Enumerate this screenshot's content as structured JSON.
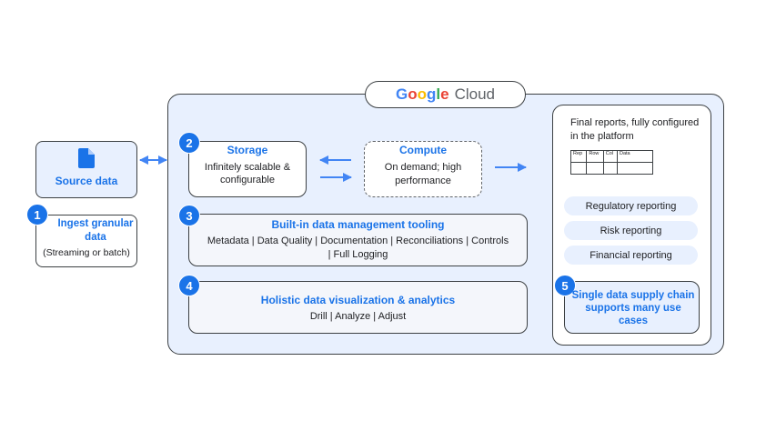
{
  "cloud": {
    "logo_letters": [
      "G",
      "o",
      "o",
      "g",
      "l",
      "e"
    ],
    "word": "Cloud",
    "brand_colors": [
      "#4285f4",
      "#ea4335",
      "#fbbc04",
      "#4285f4",
      "#34a853",
      "#ea4335"
    ]
  },
  "source": {
    "label": "Source data",
    "icon": "document-icon"
  },
  "ingest": {
    "number": "1",
    "title": "Ingest granular data",
    "subtitle": "(Streaming or batch)"
  },
  "storage": {
    "number": "2",
    "title": "Storage",
    "subtitle": "Infinitely scalable & configurable"
  },
  "compute": {
    "title": "Compute",
    "subtitle": "On demand; high performance"
  },
  "data_mgmt": {
    "number": "3",
    "title": "Built-in data management tooling",
    "subtitle": "Metadata | Data Quality | Documentation | Reconciliations | Controls | Full Logging"
  },
  "viz": {
    "number": "4",
    "title": "Holistic data visualization & analytics",
    "subtitle": "Drill | Analyze | Adjust"
  },
  "reports": {
    "heading": "Final reports, fully configured in the platform",
    "table_headers": [
      "Rep",
      "Row",
      "Col",
      "Data"
    ],
    "items": [
      "Regulatory reporting",
      "Risk reporting",
      "Financial reporting"
    ]
  },
  "supply": {
    "number": "5",
    "title": "Single data supply chain supports many use cases"
  },
  "colors": {
    "accent": "#1a73e8",
    "panel": "#e8f0fe",
    "border": "#3c4043"
  }
}
